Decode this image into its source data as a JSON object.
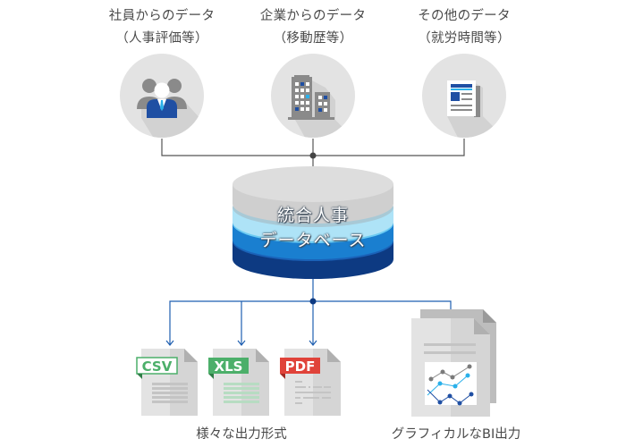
{
  "sources": [
    {
      "title": "社員からのデータ",
      "subtitle": "（人事評価等）",
      "icon": "employees-icon"
    },
    {
      "title": "企業からのデータ",
      "subtitle": "（移動歴等）",
      "icon": "building-icon"
    },
    {
      "title": "その他のデータ",
      "subtitle": "（就労時間等）",
      "icon": "document-icon"
    }
  ],
  "database": {
    "line1": "統合人事",
    "line2": "データベース"
  },
  "outputs": {
    "formats": [
      {
        "label": "CSV",
        "color": "#4caf6a"
      },
      {
        "label": "XLS",
        "color": "#4caf6a"
      },
      {
        "label": "PDF",
        "color": "#e0433a"
      }
    ],
    "formats_caption": "様々な出力形式",
    "bi_caption": "グラフィカルなBI出力"
  },
  "colors": {
    "connector_gray": "#555555",
    "connector_blue": "#1f5fb0",
    "db_navy": "#0d3a82",
    "db_blue": "#1a7fd0",
    "db_light": "#7fd3f5",
    "circle_bg": "#e3e3e3"
  }
}
